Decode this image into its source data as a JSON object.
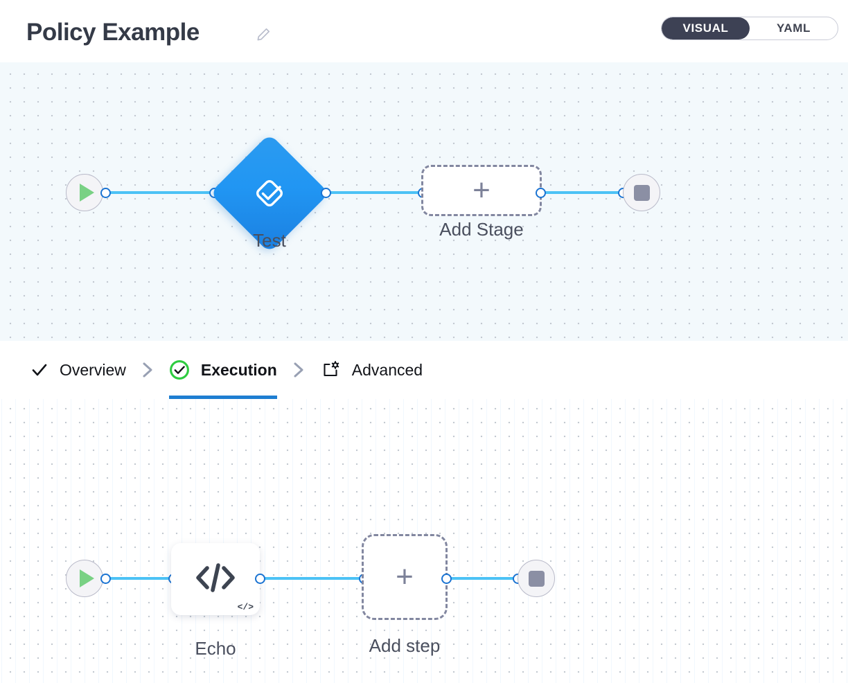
{
  "header": {
    "title": "Policy Example",
    "edit_icon": "pencil-icon",
    "mode_toggle": {
      "options": [
        {
          "label": "VISUAL",
          "active": true
        },
        {
          "label": "YAML",
          "active": false
        }
      ]
    }
  },
  "tabs": [
    {
      "label": "Overview",
      "icon": "check-icon",
      "active": false
    },
    {
      "label": "Execution",
      "icon": "check-circle-green-icon",
      "active": true
    },
    {
      "label": "Advanced",
      "icon": "window-gear-icon",
      "active": false
    }
  ],
  "tab_separator_icon": "chevron-right-icon",
  "stage_graph": {
    "start_node": {
      "icon": "play-icon",
      "name": "start"
    },
    "end_node": {
      "icon": "stop-icon",
      "name": "end"
    },
    "stages": [
      {
        "label": "Test",
        "icon": "approval-check-diamond-icon",
        "shape": "diamond"
      }
    ],
    "add_node": {
      "label": "Add Stage",
      "icon": "plus-icon"
    }
  },
  "step_graph": {
    "start_node": {
      "icon": "play-icon",
      "name": "start"
    },
    "end_node": {
      "icon": "stop-icon",
      "name": "end"
    },
    "steps": [
      {
        "label": "Echo",
        "icon": "code-icon",
        "badge": "</>"
      }
    ],
    "add_node": {
      "label": "Add step",
      "icon": "plus-icon"
    }
  },
  "colors": {
    "accent_blue": "#1e7ed1",
    "edge_blue": "#4cc2f5",
    "stage_blue": "#2196f3",
    "success_green": "#2ecc40",
    "play_green": "#79d184",
    "toggle_dark": "#3d4154",
    "terminal_gray": "#8b8fa4"
  }
}
